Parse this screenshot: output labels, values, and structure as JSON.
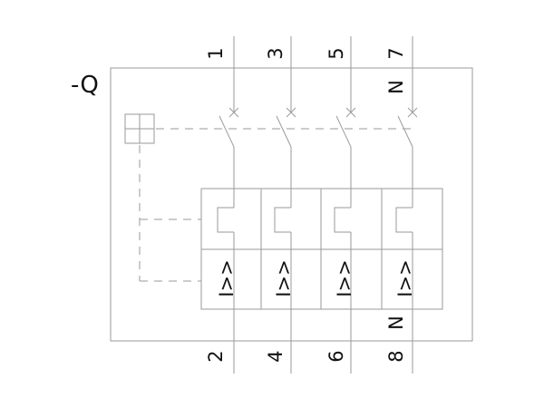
{
  "component_ref": "-Q",
  "terminals_top": [
    "1",
    "3",
    "5",
    "7"
  ],
  "terminals_bottom": [
    "2",
    "4",
    "6",
    "8"
  ],
  "neutral_top": "N",
  "neutral_bottom": "N",
  "trip_labels": [
    "I>>",
    "I>>",
    "I>>",
    "I>>"
  ]
}
